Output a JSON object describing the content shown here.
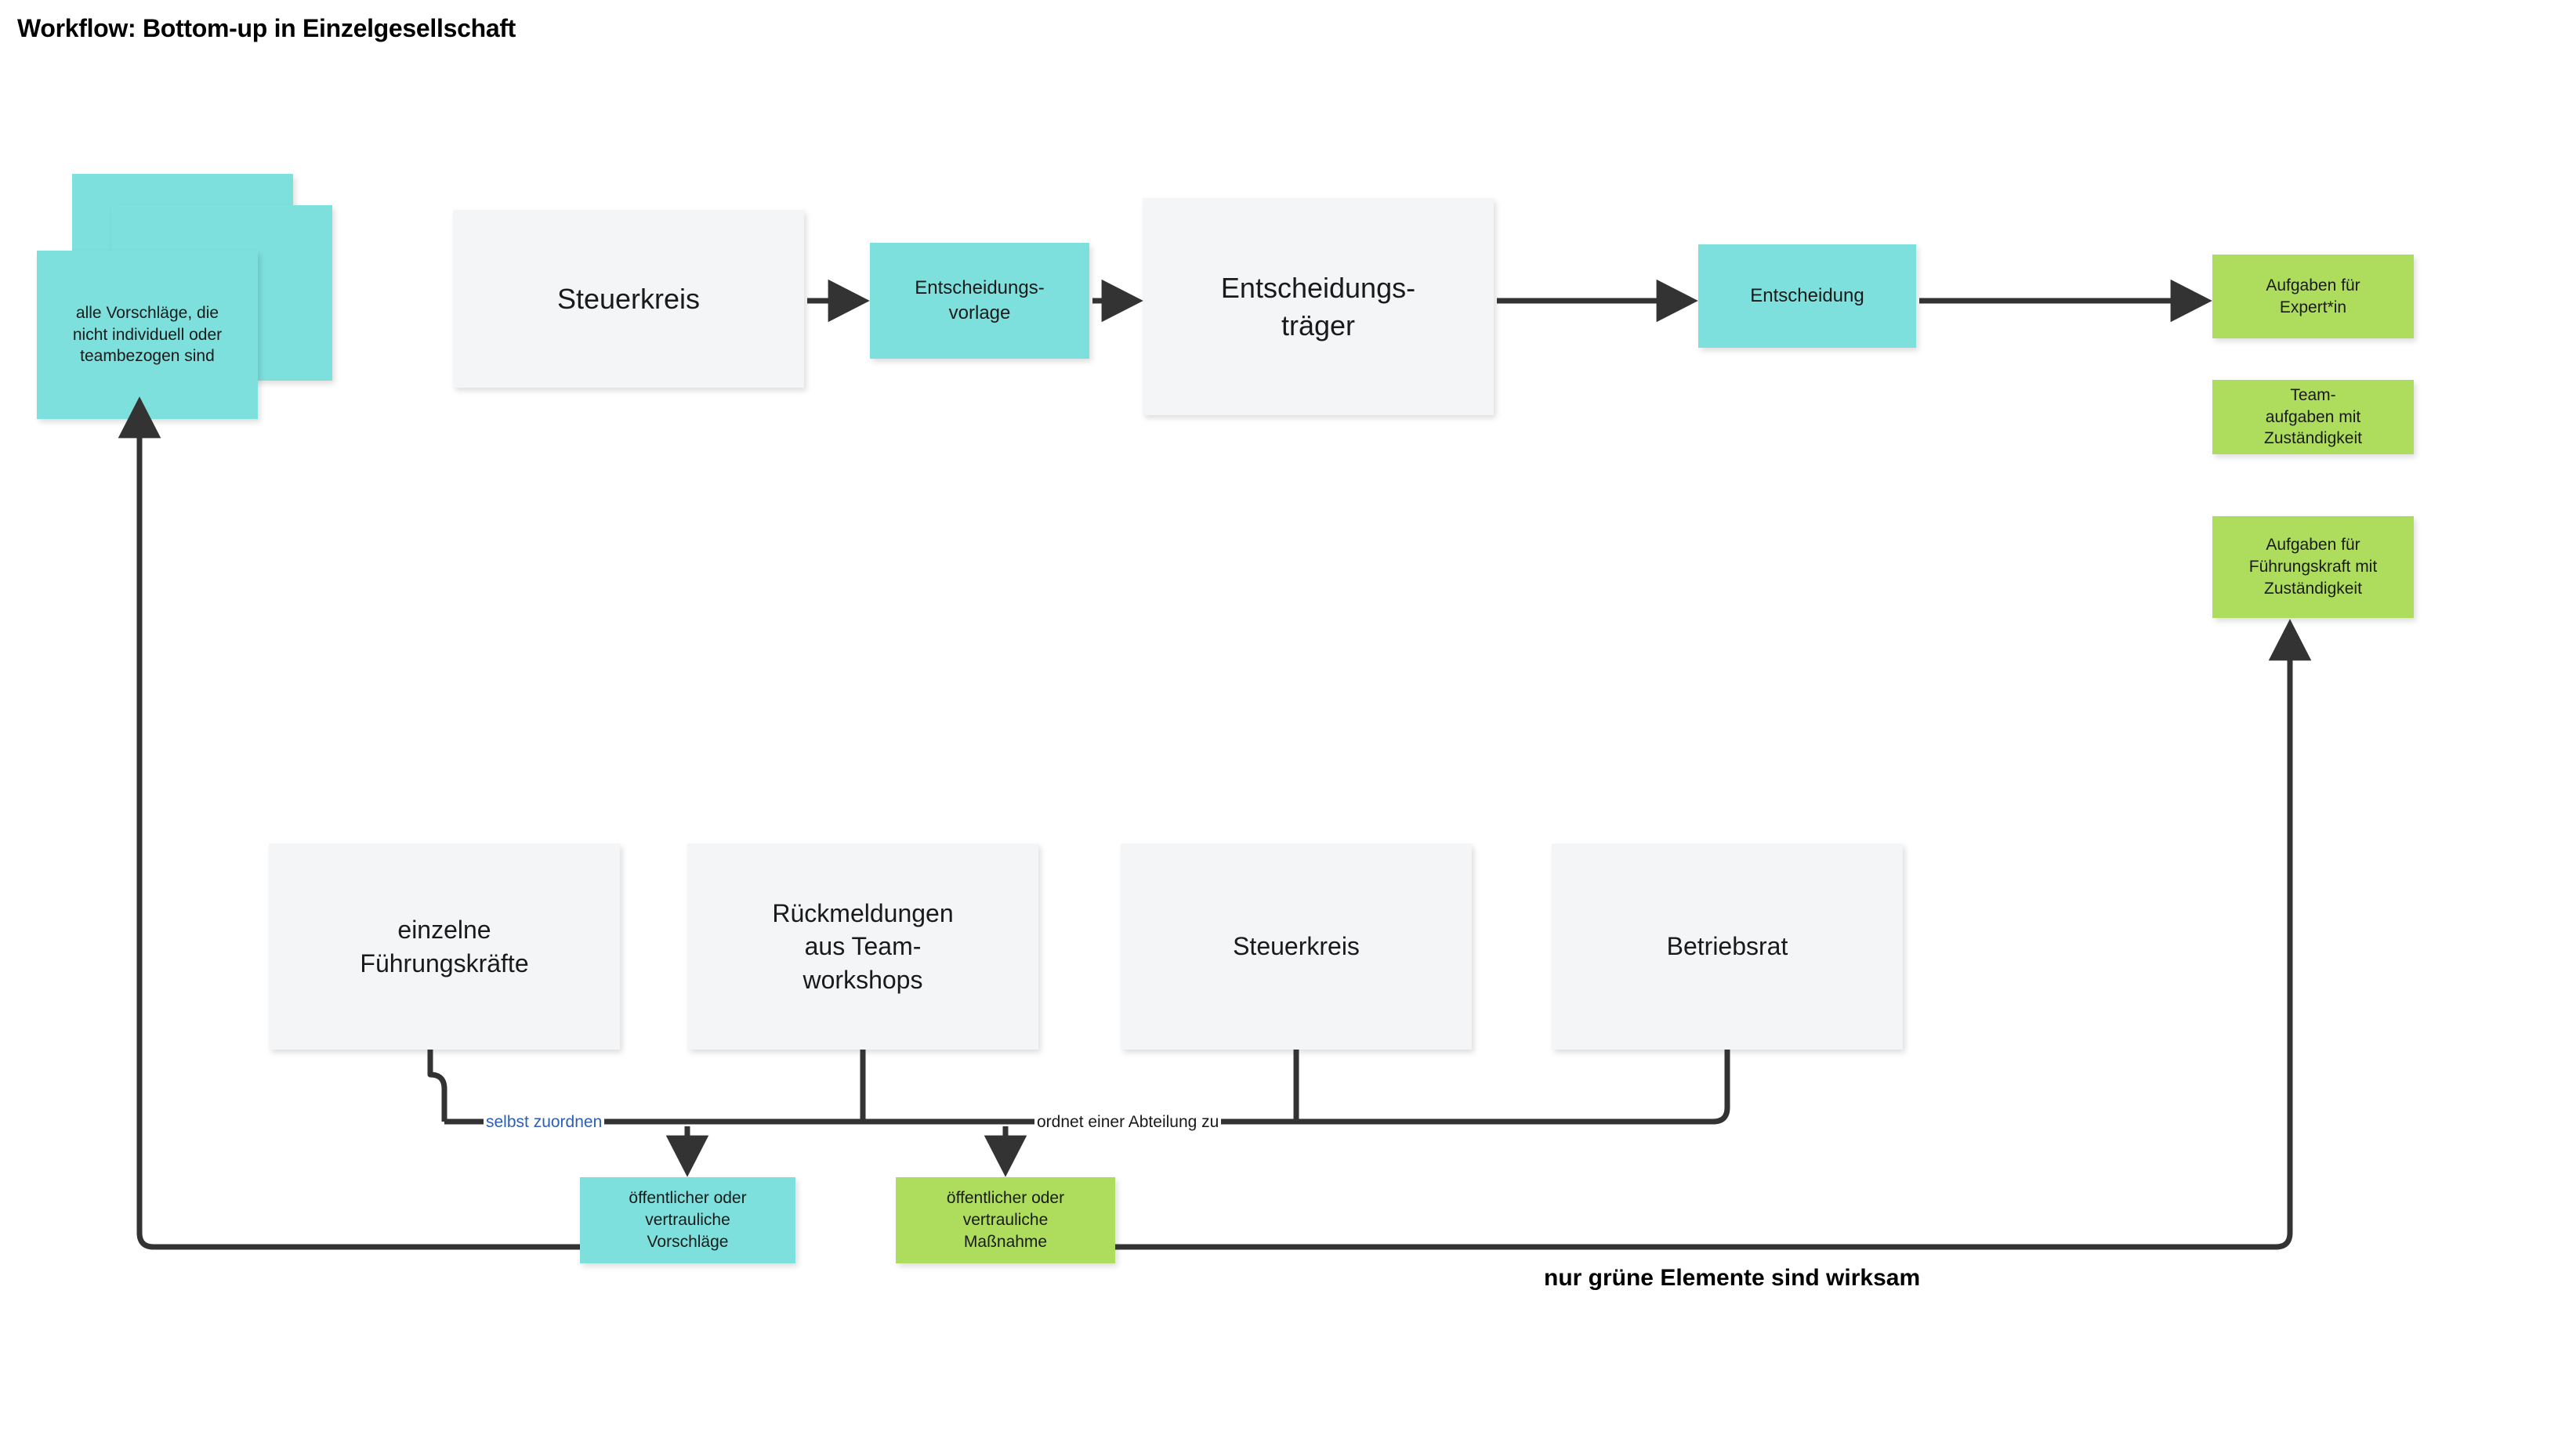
{
  "title": "Workflow: Bottom-up in Einzelgesellschaft",
  "colors": {
    "cyan": "#7ee0dc",
    "green": "#aedd5e",
    "gray": "#f4f5f7",
    "connector": "#333333",
    "label_blue": "#2c5fb5",
    "text": "#1a1a1a"
  },
  "stack": {
    "front_label": "alle Vorschläge, die\nnicht individuell oder\nteambezogen sind",
    "card_count": 3
  },
  "top_flow": {
    "steuerkreis": "Steuerkreis",
    "entscheidungsvorlage": "Entscheidungs-\nvorlage",
    "entscheidungstraeger": "Entscheidungs-\nträger",
    "entscheidung": "Entscheidung"
  },
  "outcomes": [
    {
      "label": "Aufgaben für\nExpert*in"
    },
    {
      "label": "Team-\naufgaben mit\nZuständigkeit"
    },
    {
      "label": "Aufgaben für\nFührungskraft mit\nZuständigkeit"
    }
  ],
  "sources": [
    {
      "label": "einzelne\nFührungskräfte"
    },
    {
      "label": "Rückmeldungen\naus Team-\nworkshops"
    },
    {
      "label": "Steuerkreis"
    },
    {
      "label": "Betriebsrat"
    }
  ],
  "edge_labels": {
    "selbst_zuordnen": "selbst zuordnen",
    "ordnet_zu": "ordnet einer Abteilung zu"
  },
  "results": {
    "vorschlaege": "öffentlicher oder\nvertrauliche\nVorschläge",
    "massnahme": "öffentlicher oder\nvertrauliche\nMaßnahme"
  },
  "caption": "nur grüne Elemente sind wirksam"
}
